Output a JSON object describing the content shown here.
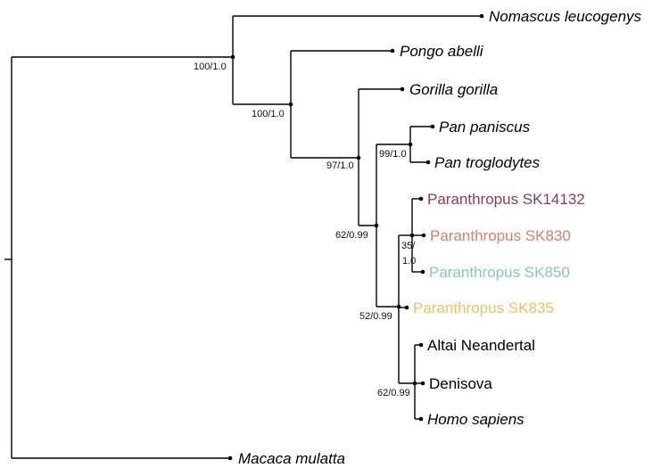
{
  "tree": {
    "taxa": {
      "nomascus": {
        "label": "Nomascus leucogenys",
        "color": "#000000"
      },
      "pongo": {
        "label": "Pongo abelli",
        "color": "#000000"
      },
      "gorilla": {
        "label": "Gorilla gorilla",
        "color": "#000000"
      },
      "pan_paniscus": {
        "label": "Pan paniscus",
        "color": "#000000"
      },
      "pan_troglodytes": {
        "label": "Pan troglodytes",
        "color": "#000000"
      },
      "sk14132": {
        "label": "Paranthropus SK14132",
        "color": "#8c3a5c"
      },
      "sk830": {
        "label": "Paranthropus SK830",
        "color": "#d98068"
      },
      "sk850": {
        "label": "Paranthropus SK850",
        "color": "#86c7bd"
      },
      "sk835": {
        "label": "Paranthropus SK835",
        "color": "#f0c060"
      },
      "altai": {
        "label": "Altai Neandertal",
        "color": "#000000"
      },
      "denisova": {
        "label": "Denisova",
        "color": "#000000"
      },
      "homo": {
        "label": "Homo sapiens",
        "color": "#000000"
      },
      "macaca": {
        "label": "Macaca mulatta",
        "color": "#000000"
      }
    },
    "support": {
      "hominoidea": "100/1.0",
      "great_apes": "100/1.0",
      "african_apes": "97/1.0",
      "pan": "99/1.0",
      "hominins": "62/0.99",
      "paranthropus_homo": "52/0.99",
      "paranthropus_line1": "35/",
      "paranthropus_line2": "1.0",
      "homo_group": "62/0.99"
    }
  }
}
